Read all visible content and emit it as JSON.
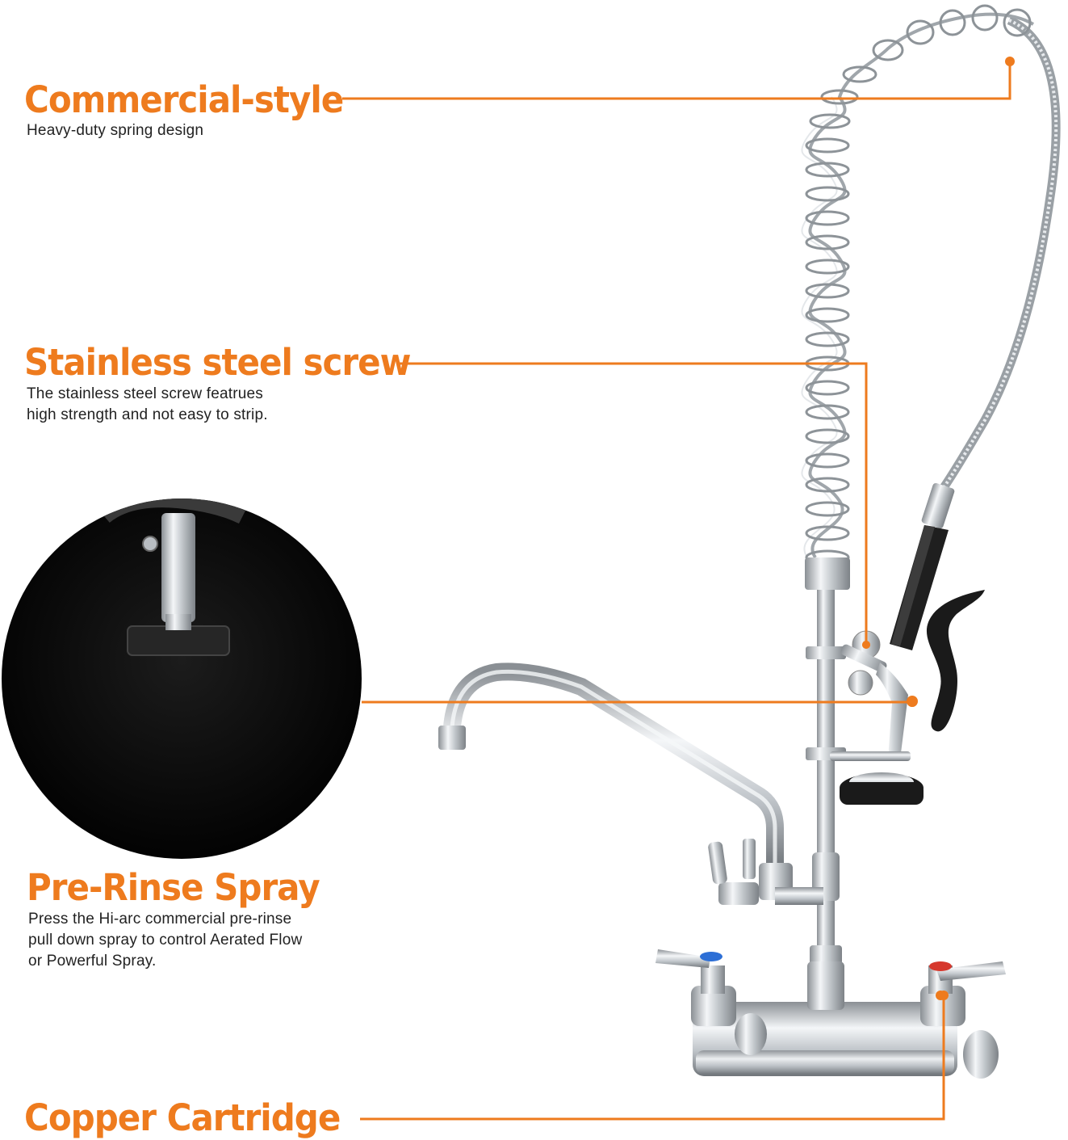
{
  "features": [
    {
      "title": "Commercial-style",
      "desc": "Heavy-duty spring design"
    },
    {
      "title": "Stainless steel screw",
      "desc": "The stainless steel screw featrues\nhigh strength and not easy to strip."
    },
    {
      "title": "Pre-Rinse Spray",
      "desc": "Press the Hi-arc commercial pre-rinse\npull down spray to control Aerated Flow\nor Powerful Spray."
    },
    {
      "title": "Copper Cartridge",
      "desc": ""
    }
  ],
  "colors": {
    "accent": "#EE7B1E",
    "text": "#222222",
    "chrome": "#C8CCD0",
    "dark": "#1A1A1A"
  }
}
